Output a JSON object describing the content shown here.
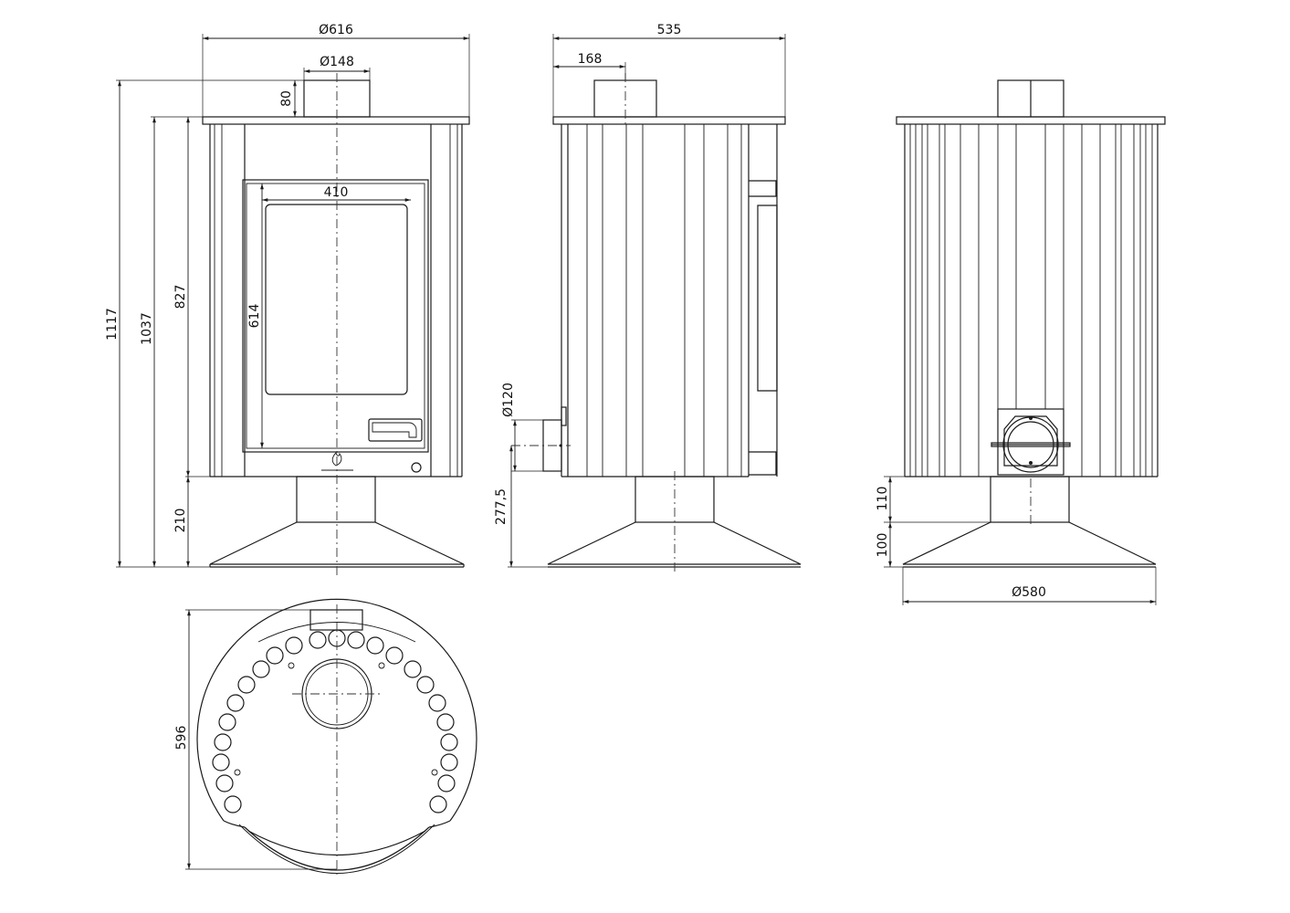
{
  "dimensions": {
    "front_top_diameter": "Ø616",
    "front_flue_diameter": "Ø148",
    "front_flue_height": "80",
    "front_total_height": "1117",
    "front_body_height": "1037",
    "front_upper_height": "827",
    "front_door_width": "410",
    "front_door_height": "614",
    "front_base_height": "210",
    "side_depth": "535",
    "side_flue_offset": "168",
    "side_air_inlet_diameter": "Ø120",
    "side_air_inlet_height": "277,5",
    "rear_base_neck_height": "110",
    "rear_base_skirt_height": "100",
    "rear_base_diameter": "Ø580",
    "top_depth": "596"
  }
}
